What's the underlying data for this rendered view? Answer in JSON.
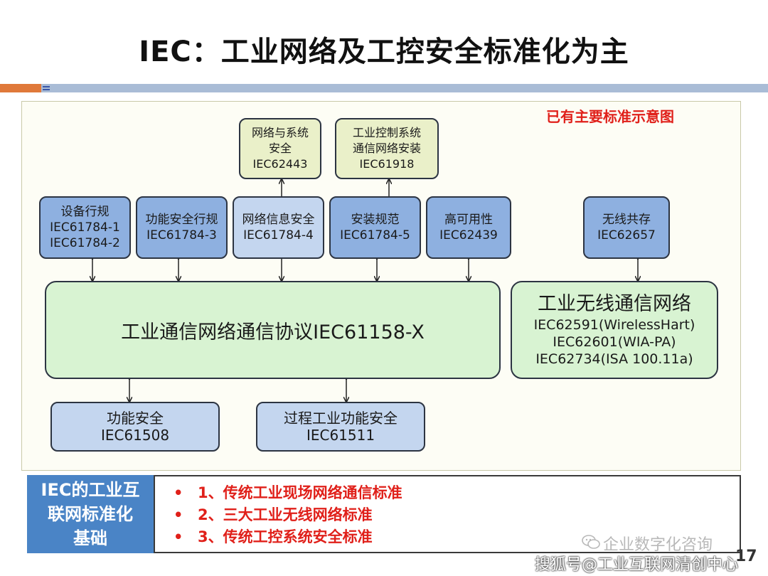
{
  "title": "IEC：工业网络及工控安全标准化为主",
  "note": "已有主要标准示意图",
  "top_boxes": [
    {
      "lines": [
        "网络与系统",
        "安全",
        "IEC62443"
      ]
    },
    {
      "lines": [
        "工业控制系统",
        "通信网络安装",
        "IEC61918"
      ]
    }
  ],
  "row_boxes": [
    {
      "lines": [
        "设备行规",
        "IEC61784-1",
        "IEC61784-2"
      ]
    },
    {
      "lines": [
        "功能安全行规",
        "IEC61784-3"
      ]
    },
    {
      "lines": [
        "网络信息安全",
        "IEC61784-4"
      ]
    },
    {
      "lines": [
        "安装规范",
        "IEC61784-5"
      ]
    },
    {
      "lines": [
        "高可用性",
        "IEC62439"
      ]
    },
    {
      "lines": [
        "无线共存",
        "IEC62657"
      ]
    }
  ],
  "main_box": "工业通信网络通信协议IEC61158-X",
  "wireless_box": {
    "title": "工业无线通信网络",
    "lines": [
      "IEC62591(WirelessHart)",
      "IEC62601(WIA-PA)",
      "IEC62734(ISA 100.11a)"
    ]
  },
  "safety_boxes": [
    {
      "lines": [
        "功能安全",
        "IEC61508"
      ]
    },
    {
      "lines": [
        "过程工业功能安全",
        "IEC61511"
      ]
    }
  ],
  "footer": {
    "label_lines": [
      "IEC的工业互",
      "联网标准化",
      "基础"
    ],
    "items": [
      "1、传统工业现场网络通信标准",
      "2、三大工业无线网络标准",
      "3、传统工控系统安全标准"
    ],
    "bullet": "•"
  },
  "watermark_1": "企业数字化咨询",
  "watermark_2": "搜狐号@工业互联网清创中心",
  "page_number": "17"
}
